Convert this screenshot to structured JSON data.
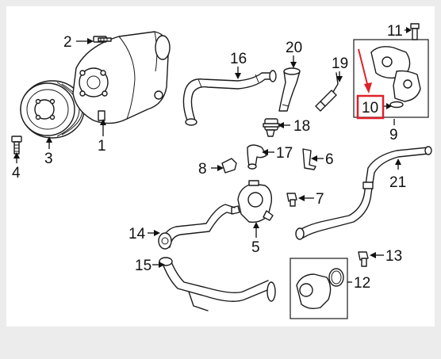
{
  "diagram": {
    "callouts": [
      {
        "id": "c1",
        "label": "1"
      },
      {
        "id": "c2",
        "label": "2"
      },
      {
        "id": "c3",
        "label": "3"
      },
      {
        "id": "c4",
        "label": "4"
      },
      {
        "id": "c5",
        "label": "5"
      },
      {
        "id": "c6",
        "label": "6"
      },
      {
        "id": "c7",
        "label": "7"
      },
      {
        "id": "c8",
        "label": "8"
      },
      {
        "id": "c9",
        "label": "9"
      },
      {
        "id": "c10",
        "label": "10"
      },
      {
        "id": "c11",
        "label": "11"
      },
      {
        "id": "c12",
        "label": "12"
      },
      {
        "id": "c13",
        "label": "13"
      },
      {
        "id": "c14",
        "label": "14"
      },
      {
        "id": "c15",
        "label": "15"
      },
      {
        "id": "c16",
        "label": "16"
      },
      {
        "id": "c17",
        "label": "17"
      },
      {
        "id": "c18",
        "label": "18"
      },
      {
        "id": "c19",
        "label": "19"
      },
      {
        "id": "c20",
        "label": "20"
      },
      {
        "id": "c21",
        "label": "21"
      }
    ],
    "highlight_color": "#e0202a",
    "line_color": "#1a1a1a"
  }
}
